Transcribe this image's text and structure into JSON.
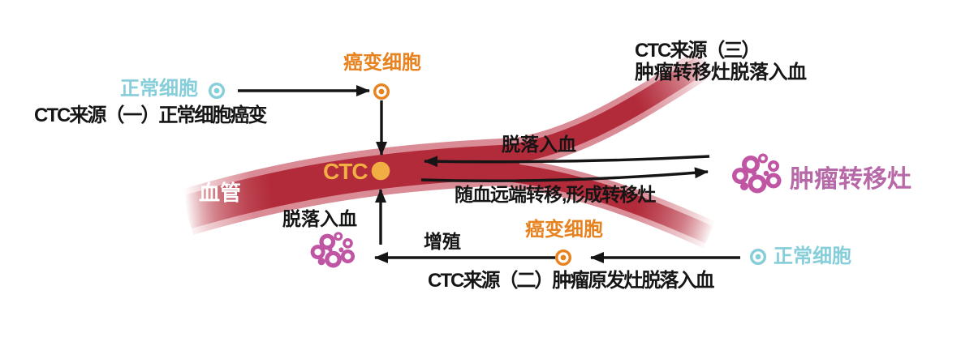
{
  "labels": {
    "normal_cell_top": "正常细胞",
    "cancer_cell_top": "癌变细胞",
    "source_one": "CTC来源（一）正常细胞癌变",
    "source_three_line1": "CTC来源（三）",
    "source_three_line2": "肿瘤转移灶脱落入血",
    "shed_into_blood_top": "脱落入血",
    "distal_metastasis_flow": "随血远端转移,形成转移灶",
    "vessel": "血管",
    "ctc": "CTC",
    "shed_into_blood_left": "脱落入血",
    "proliferation": "增殖",
    "cancer_cell_bottom": "癌变细胞",
    "normal_cell_bottom": "正常细胞",
    "source_two": "CTC来源（二）肿瘤原发灶脱落入血",
    "tumor_metastasis": "肿瘤转移灶"
  },
  "colors": {
    "vessel_dark": "#b22b3a",
    "vessel_light": "#da8c96",
    "ink": "#151515",
    "cyan": "#85ceda",
    "orange": "#e8821f",
    "yellow": "#f1ae43",
    "magenta": "#bf55a3",
    "magenta_text": "#b768a7",
    "white": "#ffffff"
  },
  "icons": {
    "normal_cell": "ring-with-dot",
    "cancer_cell": "ring-with-dot",
    "ctc_cell": "filled-circle",
    "tumor_cluster": "cell-cluster"
  }
}
